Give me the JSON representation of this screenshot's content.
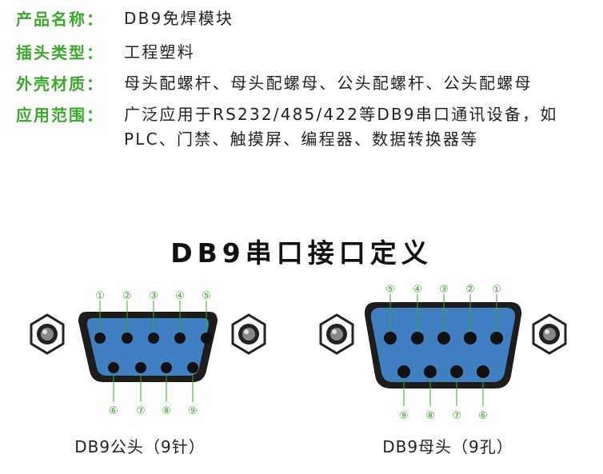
{
  "specs": {
    "product": {
      "label": "产品名称：",
      "value": "DB9免焊模块"
    },
    "plug_type": {
      "label": "插头类型：",
      "value": "工程塑料"
    },
    "shell": {
      "label": "外壳材质：",
      "value": "母头配螺杆、母头配螺母、公头配螺杆、公头配螺母"
    },
    "application": {
      "label": "应用范围：",
      "value": "广泛应用于RS232/485/422等DB9串口通讯设备，如PLC、门禁、触摸屏、编程器、数据转换器等"
    }
  },
  "diagram": {
    "title": "DB9串口接口定义",
    "male": {
      "caption": "DB9公头（9针）",
      "top_pins": [
        "①",
        "②",
        "③",
        "④",
        "⑤"
      ],
      "bottom_pins": [
        "⑥",
        "⑦",
        "⑧",
        "⑨"
      ]
    },
    "female": {
      "caption": "DB9母头（9孔）",
      "top_pins": [
        "⑤",
        "④",
        "③",
        "②",
        "①"
      ],
      "bottom_pins": [
        "⑨",
        "⑧",
        "⑦",
        "⑥"
      ]
    }
  },
  "colors": {
    "accent_green": "#3aa82a",
    "connector_blue": "#3f7fc2",
    "shell_dark": "#1d1d1d"
  }
}
